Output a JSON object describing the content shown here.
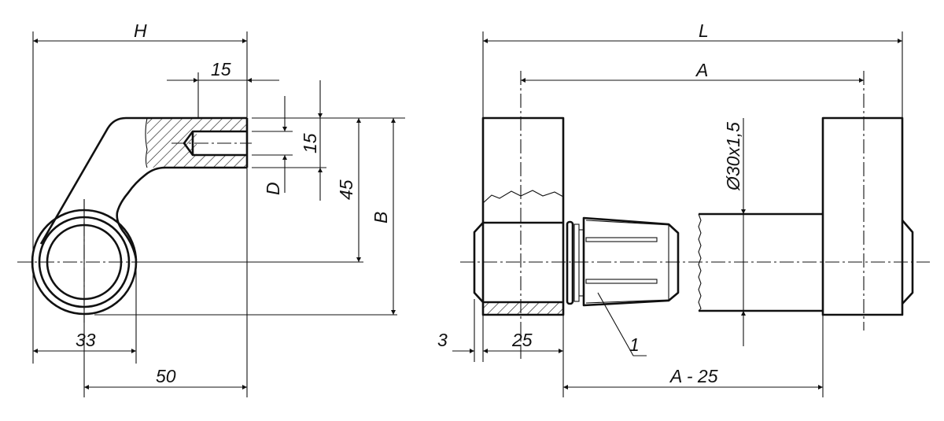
{
  "labels": {
    "H": "H",
    "dim_15_top": "15",
    "dim_15_side": "15",
    "D": "D",
    "dim_45": "45",
    "B": "B",
    "dim_33": "33",
    "dim_50": "50",
    "L": "L",
    "A": "A",
    "thread": "Ø30x1,5",
    "dim_3": "3",
    "dim_25": "25",
    "item_1": "1",
    "A_minus_25": "A - 25"
  }
}
